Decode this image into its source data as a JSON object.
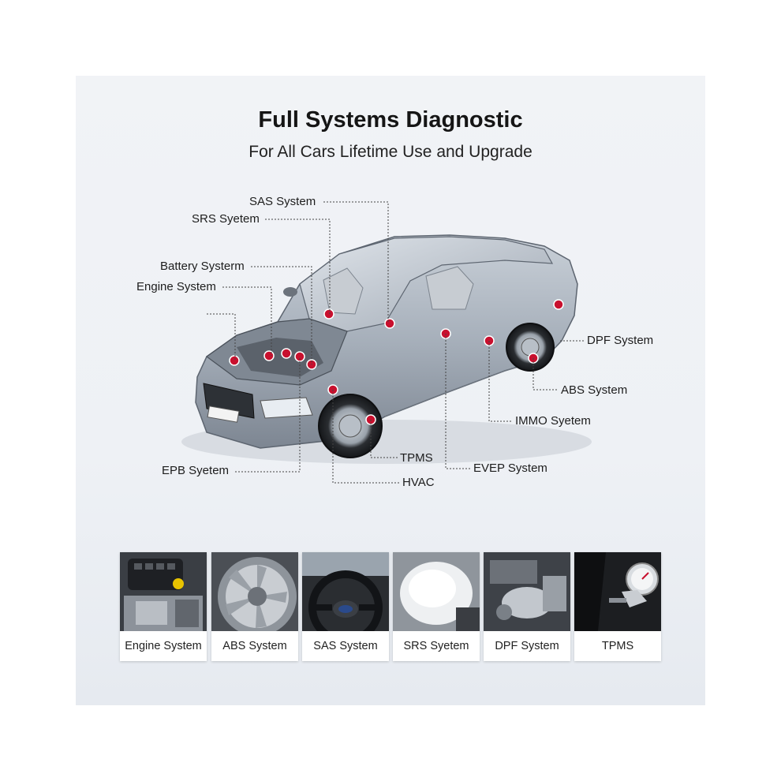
{
  "header": {
    "title": "Full Systems Diagnostic",
    "subtitle": "For All Cars Lifetime Use and Upgrade"
  },
  "callouts": {
    "sas": "SAS System",
    "srs": "SRS Syetem",
    "battery": "Battery Systerm",
    "engine": "Engine System",
    "dpf": "DPF System",
    "abs": "ABS System",
    "immo": "IMMO Syetem",
    "tpms": "TPMS",
    "evep": "EVEP System",
    "hvac": "HVAC",
    "epb": "EPB Syetem"
  },
  "thumbnails": [
    {
      "label": "Engine System",
      "icon": "engine-photo"
    },
    {
      "label": "ABS System",
      "icon": "brake-disc-photo"
    },
    {
      "label": "SAS System",
      "icon": "steering-wheel-photo"
    },
    {
      "label": "SRS Syetem",
      "icon": "airbag-photo"
    },
    {
      "label": "DPF System",
      "icon": "exhaust-filter-photo"
    },
    {
      "label": "TPMS",
      "icon": "tire-gauge-photo"
    }
  ],
  "colors": {
    "marker": "#c8102e",
    "car_body": "#a9b2bd",
    "leader_line": "#444444"
  }
}
